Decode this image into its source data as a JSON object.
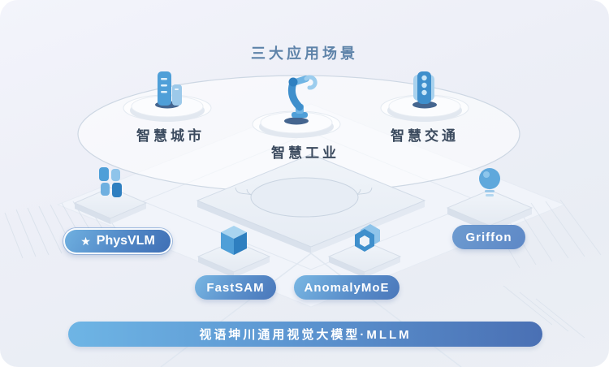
{
  "title": "三大应用场景",
  "scenarios": [
    {
      "label": "智慧城市",
      "icon": "city-buildings-icon"
    },
    {
      "label": "智慧工业",
      "icon": "robot-arm-icon"
    },
    {
      "label": "智慧交通",
      "icon": "traffic-light-icon"
    }
  ],
  "models": [
    {
      "label": "PhysVLM",
      "star": "★",
      "icon": "blocks-icon",
      "featured": true
    },
    {
      "label": "FastSAM",
      "icon": "cube-icon",
      "featured": false
    },
    {
      "label": "AnomalyMoE",
      "icon": "hexagon-ring-icon",
      "featured": false
    },
    {
      "label": "Griffon",
      "icon": "bulb-icon",
      "featured": false
    }
  ],
  "banner": {
    "label": "视语坤川通用视觉大模型·MLLM"
  },
  "colors": {
    "panel_bg": "#edeff7",
    "title_text": "#5e83a9",
    "label_text": "#3b4a5e",
    "badge_gradient_start": "#79b7e3",
    "badge_gradient_end": "#4a77ba",
    "banner_gradient_start": "#6eb5e5",
    "banner_gradient_end": "#4a70b4",
    "icon_blue": "#4f9fd8",
    "icon_blue_dark": "#2e7fc0",
    "icon_blue_light": "#a8d4f0",
    "ellipse_stroke": "#cdd7e3"
  }
}
